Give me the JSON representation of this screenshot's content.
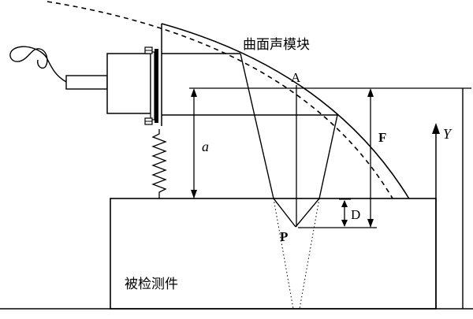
{
  "labels": {
    "block": "曲面声模块",
    "A": "A",
    "a": "a",
    "F": "F",
    "Y": "Y",
    "D": "D",
    "P": "P",
    "workpiece": "被检测件"
  }
}
